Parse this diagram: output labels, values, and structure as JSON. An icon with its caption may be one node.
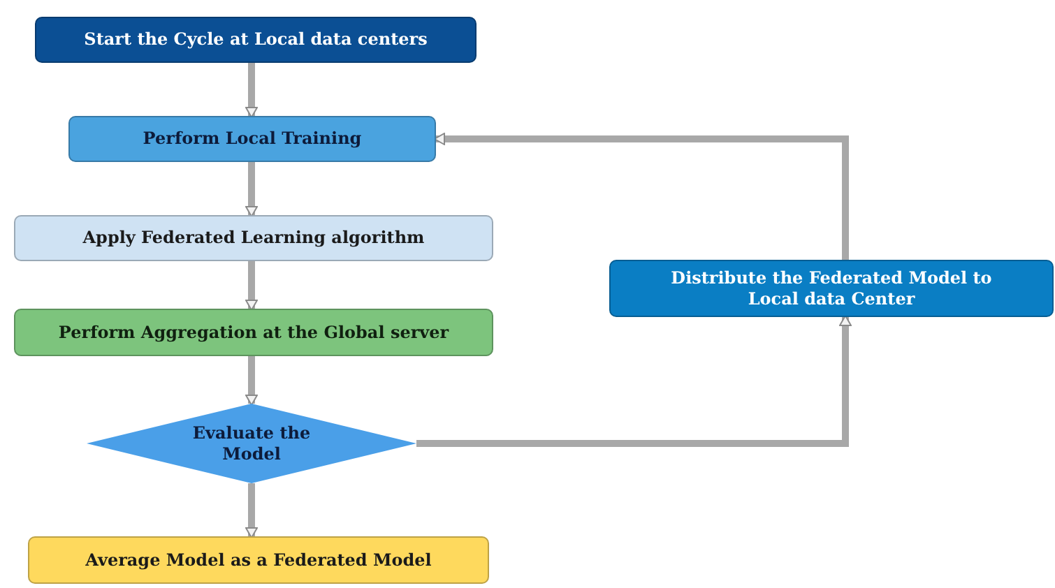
{
  "diagram": {
    "nodes": [
      {
        "text": [
          "Start the Cycle at Local data centers"
        ]
      },
      {
        "text": [
          "Perform Local Training"
        ]
      },
      {
        "text": [
          "Apply Federated Learning algorithm"
        ]
      },
      {
        "text": [
          "Perform Aggregation at the Global server"
        ]
      },
      {
        "text": [
          "Evaluate the Model"
        ]
      },
      {
        "text": [
          "Average Model as a Federated Model"
        ]
      },
      {
        "text": [
          "Distribute the Federated Model to Local data Center"
        ]
      }
    ],
    "edges": [
      {
        "from": 0,
        "to": 1,
        "arrow": "to"
      },
      {
        "from": 1,
        "to": 2,
        "arrow": "to"
      },
      {
        "from": 2,
        "to": 3,
        "arrow": "to"
      },
      {
        "from": 3,
        "to": 4,
        "arrow": "to"
      },
      {
        "from": 4,
        "to": 5,
        "arrow": "to"
      },
      {
        "from": 4,
        "to": 6,
        "arrow": "to"
      },
      {
        "from": 6,
        "to": 1,
        "arrow": "to"
      }
    ]
  }
}
